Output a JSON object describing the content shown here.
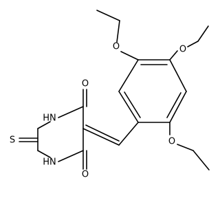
{
  "structure": {
    "atom_labels": {
      "o_ring_top": "O",
      "o_ring_bottom": "O",
      "nh_upper": "HN",
      "nh_lower": "HN",
      "s_thione": "S",
      "o_ether_top": "O",
      "o_ether_right": "O",
      "o_ether_bottom": "O"
    }
  }
}
